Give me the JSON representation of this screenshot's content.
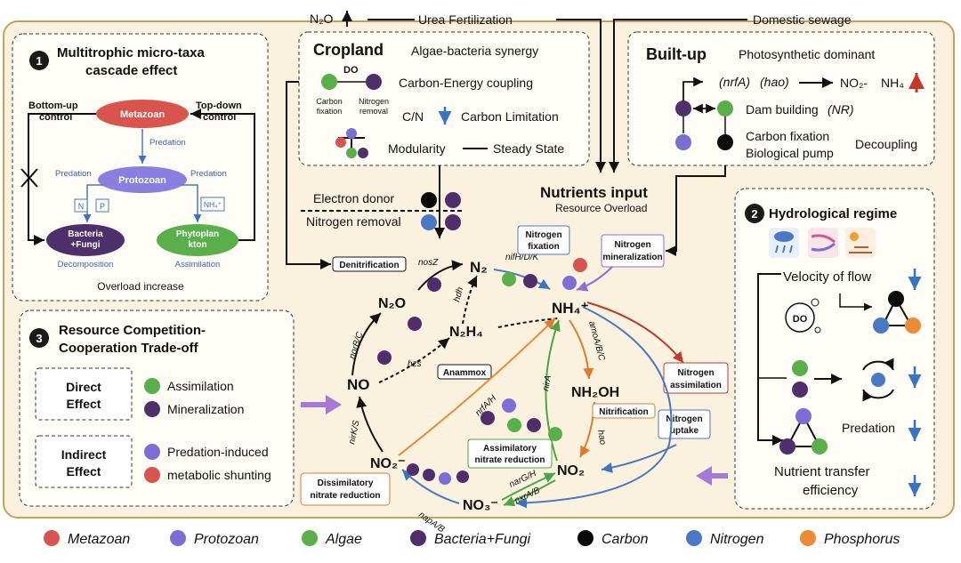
{
  "colors": {
    "metazoan": "#d9534f",
    "protozoan": "#7b6fd6",
    "algae": "#59b04a",
    "bacteria_fungi": "#4f2f6b",
    "carbon": "#0a0a0a",
    "nitrogen": "#4a78c4",
    "phosphorus": "#ee8a33",
    "background": "#faf2de",
    "frame": "#c9a05a"
  },
  "top": {
    "n2o": "N₂O",
    "urea": "Urea Fertilization",
    "sewage": "Domestic sewage"
  },
  "panel1": {
    "title_line1": "Multitrophic micro-taxa",
    "title_line2": "cascade effect",
    "bottom_up_line1": "Bottom-up",
    "bottom_up_line2": "control",
    "top_down_line1": "Top-down",
    "top_down_line2": "control",
    "metazoan": "Metazoan",
    "protozoan": "Protozoan",
    "bacteria_line1": "Bacteria",
    "bacteria_line2": "+Fungi",
    "phyto_line1": "Phytoplan",
    "phyto_line2": "kton",
    "predation": "Predation",
    "n_box": "N",
    "p_box": "P",
    "nh4_box": "NH₄⁺",
    "decomposition": "Decomposition",
    "assimilation": "Assimilation",
    "overload": "Overload increase"
  },
  "cropland": {
    "title": "Cropland",
    "synergy": "Algae-bacteria synergy",
    "do": "DO",
    "coupling": "Carbon-Energy coupling",
    "carbon_fixation_line1": "Carbon",
    "carbon_fixation_line2": "fixation",
    "nitrogen_removal_line1": "Nitrogen",
    "nitrogen_removal_line2": "removal",
    "cn": "C/N",
    "carbon_limitation": "Carbon Limitation",
    "modularity": "Modularity",
    "steady": "Steady State"
  },
  "builtup": {
    "title": "Built-up",
    "dominant": "Photosynthetic dominant",
    "nrfa": "(nrfA)",
    "hao": "(hao)",
    "no2": "NO₂-",
    "nh4": "NH₄",
    "dam": "Dam building",
    "nr": "(NR)",
    "carbon_fixation": "Carbon fixation",
    "bio_pump": "Biological pump",
    "decoupling": "Decoupling"
  },
  "center": {
    "electron_donor": "Electron donor",
    "nitrogen_removal": "Nitrogen removal",
    "nutrients_input": "Nutrients input",
    "resource_overload": "Resource Overload",
    "denitrification": "Denitrification",
    "nosZ": "nosZ",
    "n2": "N₂",
    "nifHDK": "nifH/D/K",
    "nitrogen_fixation_line1": "Nitrogen",
    "nitrogen_fixation_line2": "fixation",
    "nitrogen_min_line1": "Nitrogen",
    "nitrogen_min_line2": "mineralization",
    "n2o": "N₂O",
    "hdh": "hdh",
    "nh4": "NH₄⁺",
    "n2h4": "N₂H₄",
    "norbc": "norB/C",
    "hzs": "hzs",
    "anammox": "Anammox",
    "amoabc": "amoA/B/C",
    "nitrogen_assim_line1": "Nitrogen",
    "nitrogen_assim_line2": "assimilation",
    "no": "NO",
    "nirks": "nirK/S",
    "nrfah": "nrfA/H",
    "nira": "nirA",
    "nh2oh": "NH₂OH",
    "nitrification": "Nitrification",
    "nitrogen_uptake_line1": "Nitrogen",
    "nitrogen_uptake_line2": "uptake",
    "hao": "hao",
    "assim_nitrate_line1": "Assimilatory",
    "assim_nitrate_line2": "nitrate reduction",
    "no2_left": "NO₂⁻",
    "no2_right": "NO₂",
    "dissim_line1": "Dissimilatory",
    "dissim_line2": "nitrate reduction",
    "napab": "napA/B",
    "no3": "NO₃⁻",
    "narGH": "narG/H",
    "nxrAB": "nxrA/B"
  },
  "panel2": {
    "title": "Hydrological regime",
    "velocity": "Velocity of flow",
    "do": "DO",
    "predation": "Predation",
    "transfer_line1": "Nutrient transfer",
    "transfer_line2": "efficiency"
  },
  "panel3": {
    "title_line1": "Resource Competition-",
    "title_line2": "Cooperation Trade-off",
    "direct_line1": "Direct",
    "direct_line2": "Effect",
    "indirect_line1": "Indirect",
    "indirect_line2": "Effect",
    "assimilation": "Assimilation",
    "mineralization": "Mineralization",
    "predation_induced": "Predation-induced",
    "metabolic_shunting": "metabolic shunting"
  },
  "legend": [
    {
      "label": "Metazoan",
      "color": "#d9534f",
      "italic": true
    },
    {
      "label": "Protozoan",
      "color": "#7b6fd6",
      "italic": true
    },
    {
      "label": "Algae",
      "color": "#59b04a",
      "italic": true
    },
    {
      "label": "Bacteria+Fungi",
      "color": "#4f2f6b",
      "italic": true
    },
    {
      "label": "Carbon",
      "color": "#0a0a0a",
      "italic": true
    },
    {
      "label": "Nitrogen",
      "color": "#4a78c4",
      "italic": true
    },
    {
      "label": "Phosphorus",
      "color": "#ee8a33",
      "italic": true
    }
  ]
}
